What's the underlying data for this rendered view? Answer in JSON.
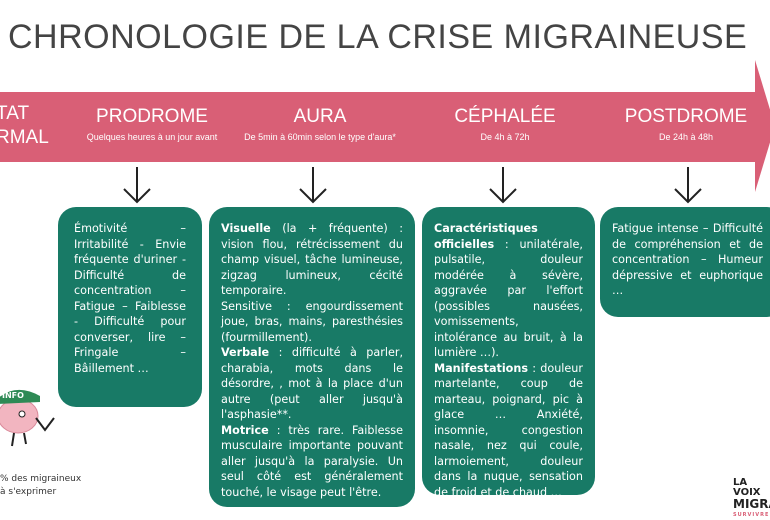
{
  "title": "CHRONOLOGIE DE LA CRISE MIGRAINEUSE",
  "etat": [
    "TAT",
    "RMAL"
  ],
  "phases": [
    {
      "name": "PRODROME",
      "duration": "Quelques heures à un jour avant"
    },
    {
      "name": "AURA",
      "duration": "De 5min à 60min selon le type d'aura*"
    },
    {
      "name": "CÉPHALÉE",
      "duration": "De 4h à 72h"
    },
    {
      "name": "POSTDROME",
      "duration": "De 24h à 48h"
    }
  ],
  "boxes": {
    "prodrome": "Émotivité – Irritabilité - Envie fréquente d'uriner - Difficulté de concentration – Fatigue – Faiblesse - Difficulté pour converser, lire – Fringale – Bâillement …",
    "aura": [
      {
        "h": "Visuelle",
        "t": " (la + fréquente) : vision flou, rétrécissement du champ visuel, tâche lumineuse, zigzag lumineux, cécité temporaire."
      },
      {
        "h": "",
        "t": "Sensitive : engourdissement joue, bras, mains, paresthésies (fourmillement)."
      },
      {
        "h": "Verbale",
        "t": " : difficulté à parler, charabia, mots dans le désordre, , mot à la place d'un autre (peut aller jusqu'à l'asphasie**."
      },
      {
        "h": "Motrice",
        "t": " : très rare. Faiblesse musculaire importante pouvant aller jusqu'à la paralysie. Un seul côté est généralement touché, le visage peut l'être."
      }
    ],
    "cephalee": [
      {
        "h": "Caractéristiques officielles",
        "t": " : unilatérale, pulsatile, douleur modérée à sévère, aggravée par l'effort (possibles nausées, vomissements, intolérance au bruit, à la lumière …)."
      },
      {
        "h": "Manifestations",
        "t": " : douleur martelante, coup de marteau, poignard, pic à glace … Anxiété, insomnie, congestion nasale, nez qui coule, larmoiement, douleur dans la nuque, sensation de froid et de chaud …"
      }
    ],
    "postdrome": "Fatigue intense – Difficulté de compréhension et de concentration – Humeur dépressive et euphorique …"
  },
  "info": {
    "badge": "INFO",
    "line1": "% des migraineux",
    "line2": "à s'exprimer"
  },
  "logo": {
    "l1": "LA VOIX",
    "l2": "MIGRA",
    "l3": "SURVIVRE"
  }
}
